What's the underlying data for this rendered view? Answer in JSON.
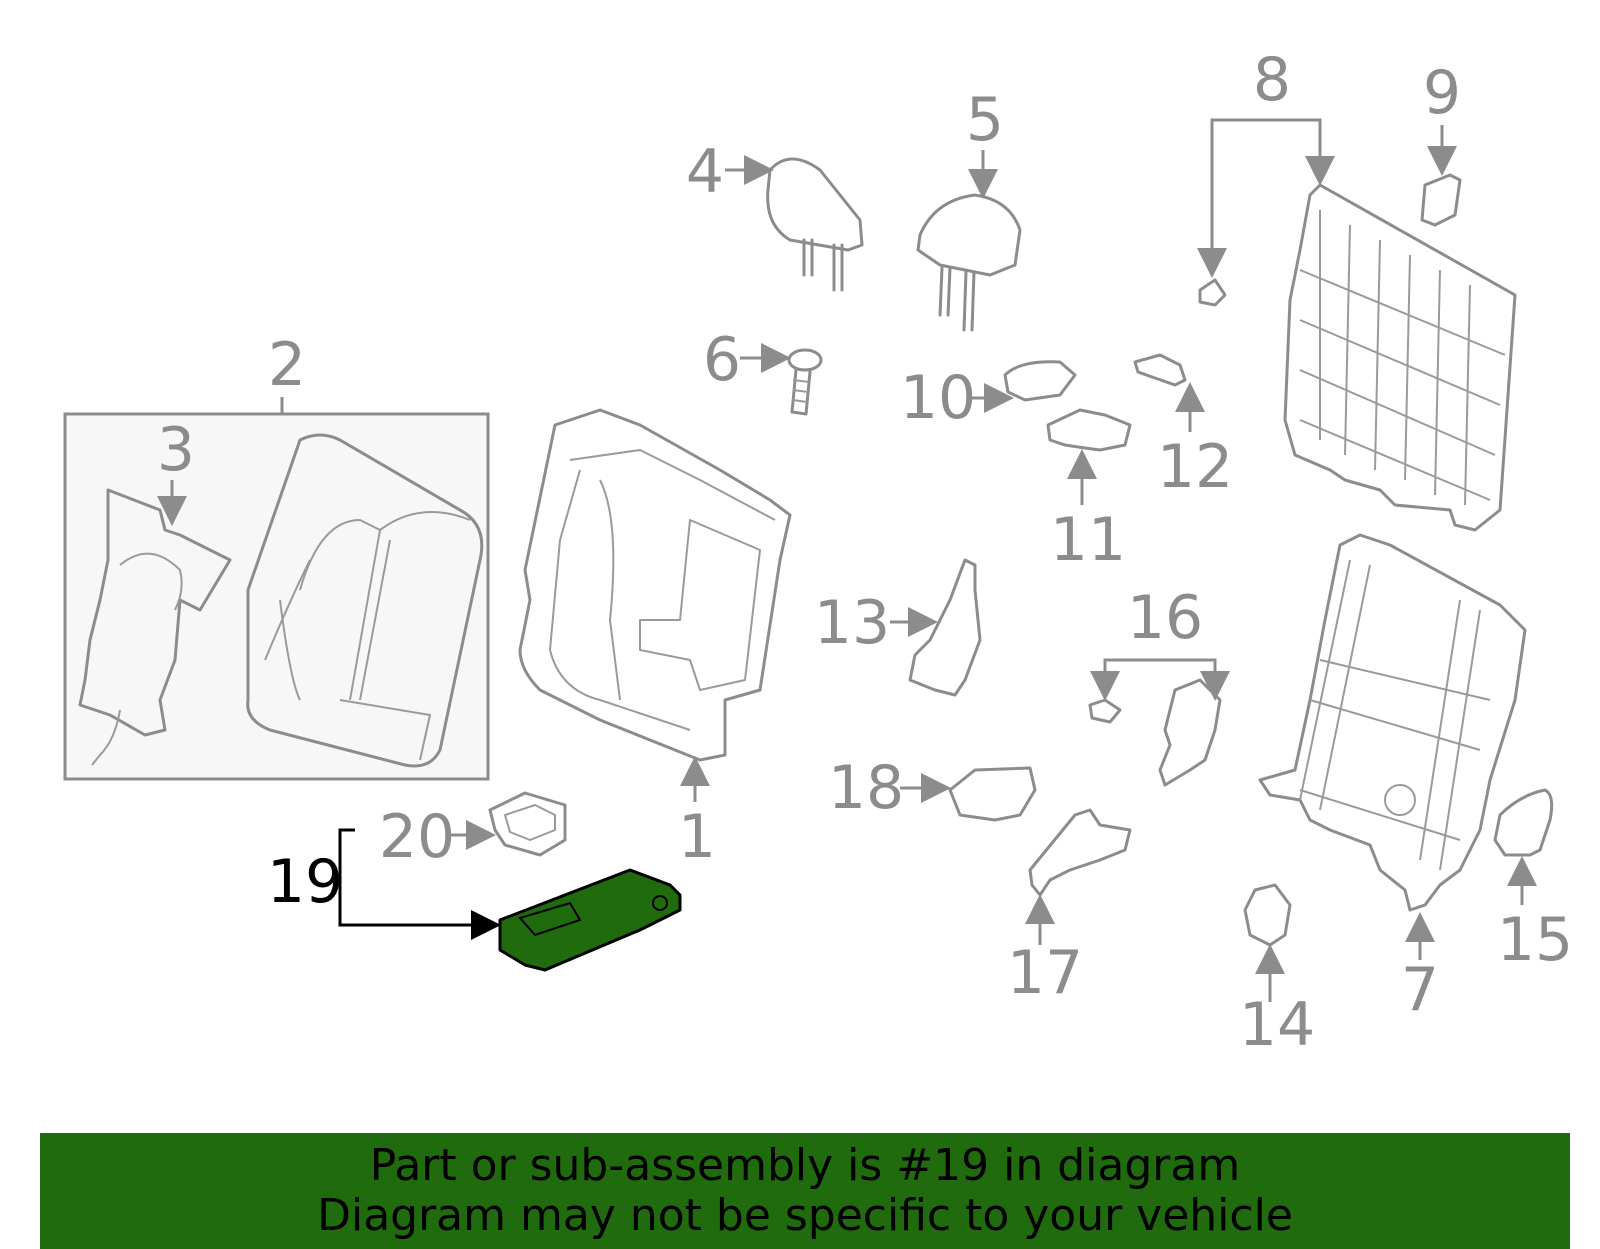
{
  "diagram": {
    "highlight_color": "#1f6b0e",
    "callouts": [
      {
        "id": 1,
        "text": "1"
      },
      {
        "id": 2,
        "text": "2"
      },
      {
        "id": 3,
        "text": "3"
      },
      {
        "id": 4,
        "text": "4"
      },
      {
        "id": 5,
        "text": "5"
      },
      {
        "id": 6,
        "text": "6"
      },
      {
        "id": 7,
        "text": "7"
      },
      {
        "id": 8,
        "text": "8"
      },
      {
        "id": 9,
        "text": "9"
      },
      {
        "id": 10,
        "text": "10"
      },
      {
        "id": 11,
        "text": "11"
      },
      {
        "id": 12,
        "text": "12"
      },
      {
        "id": 13,
        "text": "13"
      },
      {
        "id": 14,
        "text": "14"
      },
      {
        "id": 15,
        "text": "15"
      },
      {
        "id": 16,
        "text": "16"
      },
      {
        "id": 17,
        "text": "17"
      },
      {
        "id": 18,
        "text": "18"
      },
      {
        "id": 19,
        "text": "19",
        "highlighted": true
      },
      {
        "id": 20,
        "text": "20"
      }
    ]
  },
  "banner": {
    "line1": "Part or sub-assembly is #19 in diagram",
    "line2": "Diagram may not be specific to your vehicle",
    "background": "#1f6b0e"
  }
}
